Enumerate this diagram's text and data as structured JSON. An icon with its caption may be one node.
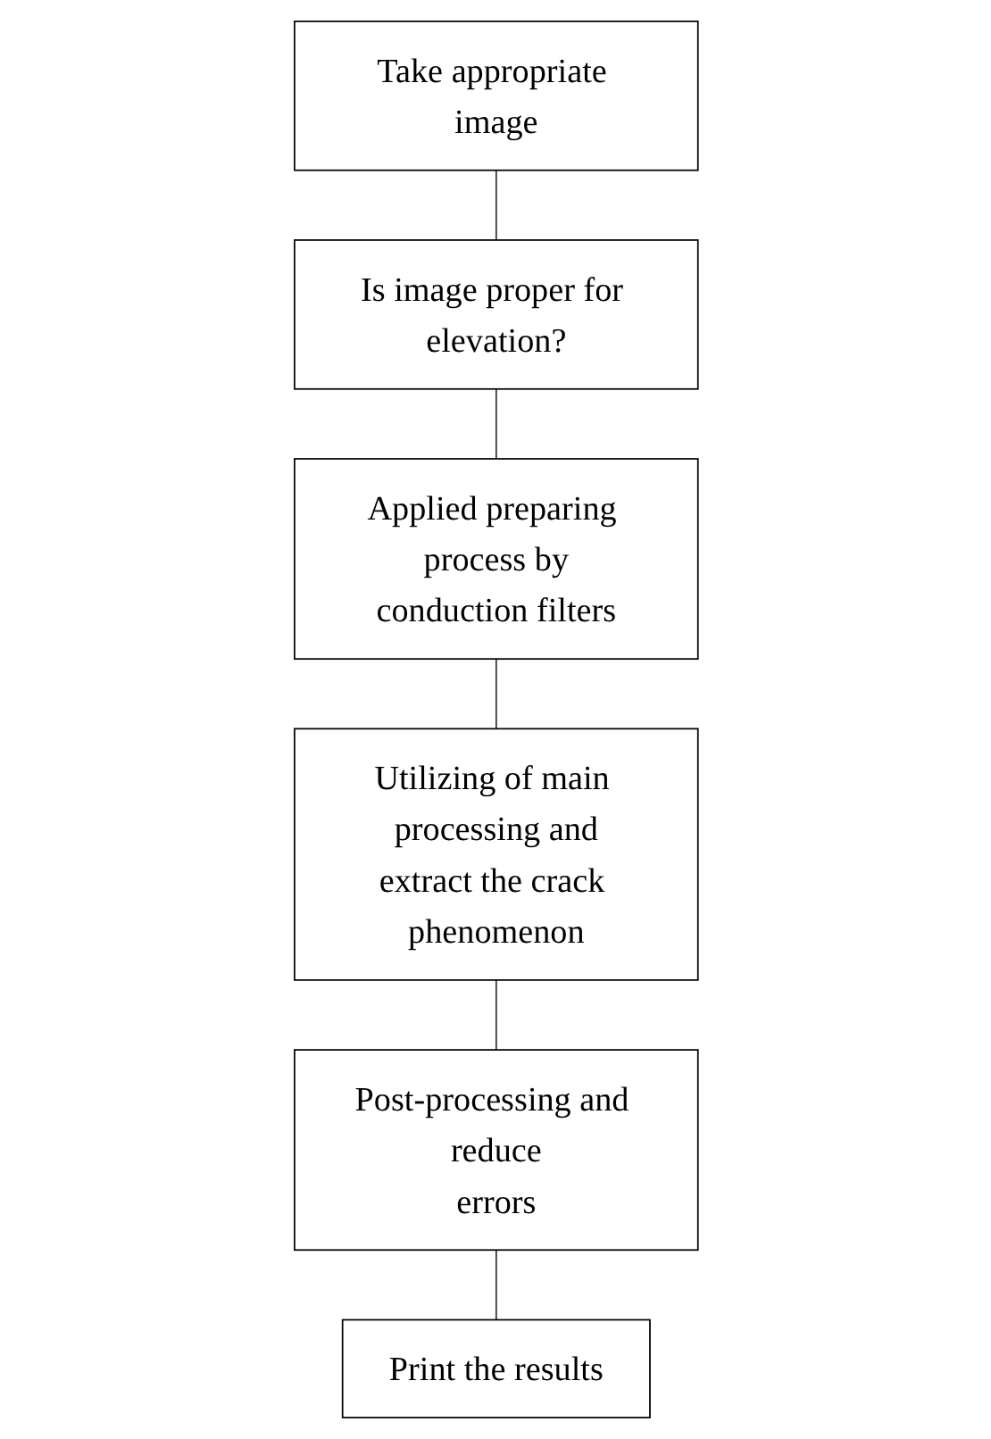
{
  "diagram": {
    "nodes": [
      {
        "text": [
          "Take appropriate image"
        ]
      },
      {
        "text": [
          "Is image proper for elevation?"
        ]
      },
      {
        "text": [
          "Applied preparing process by conduction filters"
        ]
      },
      {
        "text": [
          "Utilizing of main processing and extract the crack phenomenon"
        ]
      },
      {
        "text": [
          "Post-processing and reduce errors"
        ]
      },
      {
        "text": [
          "Print the results"
        ]
      }
    ],
    "edges": [
      {
        "from": 0,
        "to": 1,
        "arrow": "none"
      },
      {
        "from": 1,
        "to": 2,
        "arrow": "none"
      },
      {
        "from": 2,
        "to": 3,
        "arrow": "none"
      },
      {
        "from": 3,
        "to": 4,
        "arrow": "none"
      },
      {
        "from": 4,
        "to": 5,
        "arrow": "none"
      }
    ]
  }
}
